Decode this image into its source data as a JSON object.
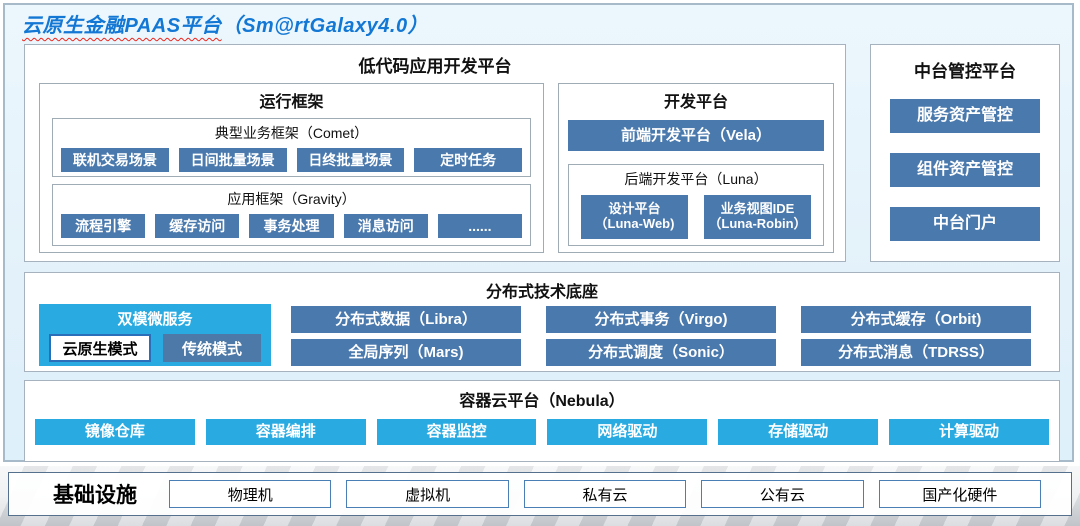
{
  "title": {
    "main": "云原生金融PAAS平台",
    "suffix": "（Sm@rtGalaxy4.0）"
  },
  "colors": {
    "title_blue": "#1377d4",
    "steel_blue": "#4a79ad",
    "cyan": "#29abe2",
    "wavy_underline_red": "#e8261d",
    "panel_bg": "#e6f3fb"
  },
  "lowcode": {
    "title": "低代码应用开发平台",
    "runtime": {
      "title": "运行框架",
      "comet": {
        "title": "典型业务框架（Comet）",
        "items": [
          "联机交易场景",
          "日间批量场景",
          "日终批量场景",
          "定时任务"
        ]
      },
      "gravity": {
        "title": "应用框架（Gravity）",
        "items": [
          "流程引擎",
          "缓存访问",
          "事务处理",
          "消息访问",
          "......"
        ]
      }
    },
    "dev": {
      "title": "开发平台",
      "vela": "前端开发平台（Vela）",
      "luna": {
        "title": "后端开发平台（Luna）",
        "items": [
          {
            "line1": "设计平台",
            "line2": "（Luna-Web)"
          },
          {
            "line1": "业务视图IDE",
            "line2": "（Luna-Robin）"
          }
        ]
      }
    }
  },
  "middle_platform": {
    "title": "中台管控平台",
    "items": [
      "服务资产管控",
      "组件资产管控",
      "中台门户"
    ]
  },
  "distributed": {
    "title": "分布式技术底座",
    "dual_mode": {
      "title": "双模微服务",
      "cloud_native": "云原生模式",
      "traditional": "传统模式"
    },
    "items": [
      "分布式数据（Libra）",
      "分布式事务（Virgo)",
      "分布式缓存（Orbit)",
      "全局序列（Mars)",
      "分布式调度（Sonic）",
      "分布式消息（TDRSS）"
    ]
  },
  "nebula": {
    "title": "容器云平台（Nebula）",
    "items": [
      "镜像仓库",
      "容器编排",
      "容器监控",
      "网络驱动",
      "存储驱动",
      "计算驱动"
    ]
  },
  "infrastructure": {
    "title": "基础设施",
    "items": [
      "物理机",
      "虚拟机",
      "私有云",
      "公有云",
      "国产化硬件"
    ]
  }
}
